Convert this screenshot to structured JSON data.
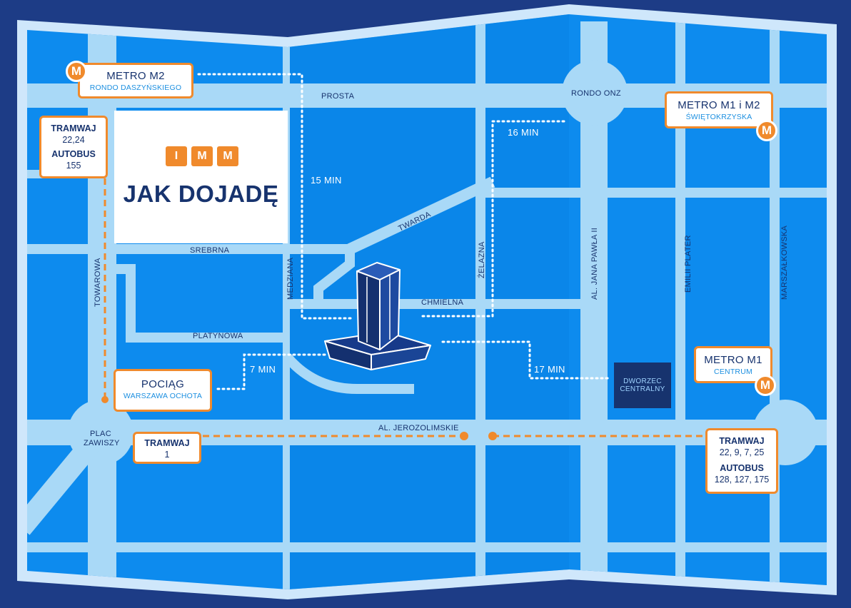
{
  "title": "JAK DOJADĘ",
  "logo": {
    "letters": [
      "I",
      "M",
      "M"
    ]
  },
  "metro": {
    "m2": {
      "line": "METRO M2",
      "station": "RONDO DASZYŃSKIEGO",
      "icon": "metro-icon"
    },
    "m1m2": {
      "line": "METRO M1 i M2",
      "station": "ŚWIĘTOKRZYSKA",
      "icon": "metro-icon"
    },
    "m1": {
      "line": "METRO M1",
      "station": "CENTRUM",
      "icon": "metro-icon"
    }
  },
  "transit": {
    "towarowa": {
      "tram_label": "TRAMWAJ",
      "tram_lines": "22,24",
      "bus_label": "AUTOBUS",
      "bus_lines": "155"
    },
    "zawiszy": {
      "tram_label": "TRAMWAJ",
      "tram_lines": "1"
    },
    "centrum": {
      "tram_label": "TRAMWAJ",
      "tram_lines": "22, 9, 7, 25",
      "bus_label": "AUTOBUS",
      "bus_lines": "128, 127, 175"
    }
  },
  "train": {
    "label": "POCIĄG",
    "station": "WARSZAWA OCHOTA"
  },
  "station_building": {
    "line1": "DWORZEC",
    "line2": "CENTRALNY"
  },
  "walk_times": {
    "m2": "15 MIN",
    "m1m2": "16 MIN",
    "train": "7 MIN",
    "m1": "17 MIN"
  },
  "streets": {
    "prosta": "PROSTA",
    "rondo_onz": "RONDO ONZ",
    "srebrna": "SREBRNA",
    "twarda": "TWARDA",
    "chmielna": "CHMIELNA",
    "platynowa": "PLATYNOWA",
    "towarowa": "TOWAROWA",
    "medziana": "MEDZIANA",
    "zelazna": "ŻELAZNA",
    "jana_pawla": "AL. JANA PAWŁA II",
    "emilii_plater": "EMILII PLATER",
    "marszalkowska": "MARSZAŁKOWSKA",
    "jerozolimskie": "AL. JEROZOLIMSKIE",
    "plac_zawiszy_1": "PLAC",
    "plac_zawiszy_2": "ZAWISZY"
  },
  "colors": {
    "background": "#1d3c86",
    "map_blue": "#0d8bee",
    "road": "#a9d9f7",
    "border": "#cfe7fb",
    "accent_orange": "#f08a2c",
    "navy": "#17336e"
  }
}
